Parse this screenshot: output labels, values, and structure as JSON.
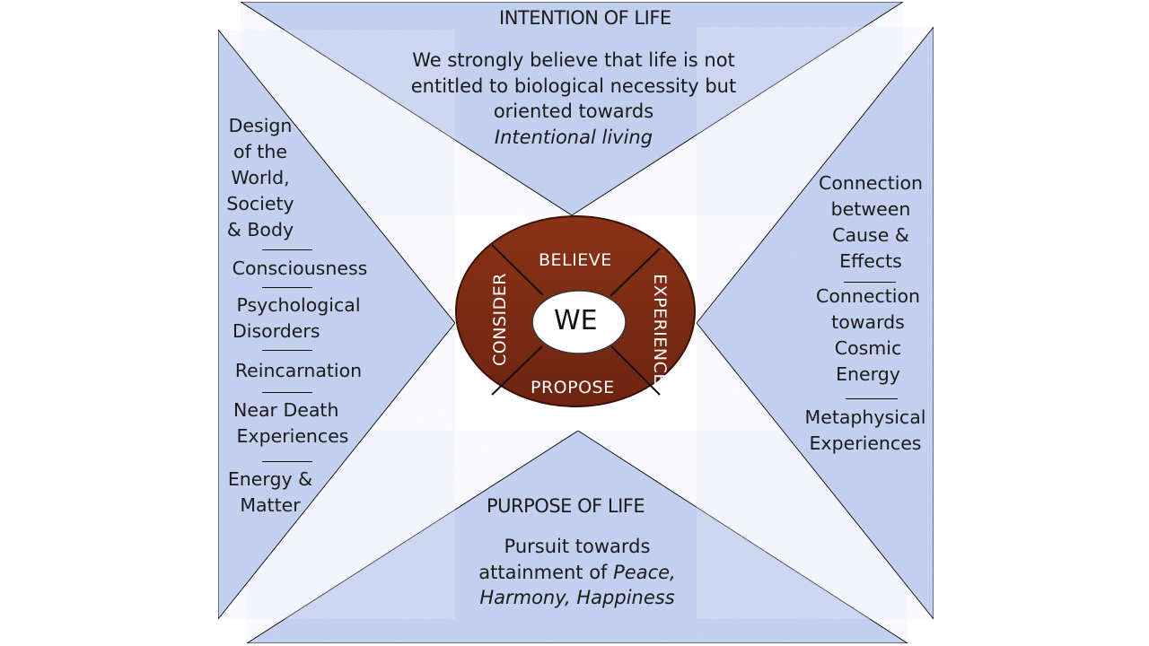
{
  "top": {
    "title": "INTENTION OF LIFE",
    "line1": "We strongly believe that life is not",
    "line2": "entitled to biological necessity but",
    "line3": "oriented towards",
    "line4": "Intentional living"
  },
  "bottom": {
    "title": "PURPOSE OF LIFE",
    "line1": "Pursuit towards",
    "line2_prefix": "attainment of ",
    "line2_italic": "Peace,",
    "line3": "Harmony, Happiness"
  },
  "left": {
    "items": [
      [
        "Design",
        "of the",
        "World,",
        "Society",
        "& Body"
      ],
      [
        "Consciousness"
      ],
      [
        "Psychological",
        "Disorders"
      ],
      [
        "Reincarnation"
      ],
      [
        "Near Death",
        "Experiences"
      ],
      [
        "Energy &",
        "Matter"
      ]
    ]
  },
  "right": {
    "items": [
      [
        "Connection",
        "between",
        "Cause &",
        "Effects"
      ],
      [
        "Connection",
        "towards",
        "Cosmic",
        "Energy"
      ],
      [
        "Metaphysical",
        "Experiences"
      ]
    ]
  },
  "wheel": {
    "center": "WE",
    "top": "BELIEVE",
    "bottom": "PROPOSE",
    "left": "CONSIDER",
    "right": "EXPERIENCE"
  },
  "colors": {
    "wheel_fill": "#7a2a12",
    "triangle_fill": "#c9d6f2",
    "outline": "#111111"
  }
}
